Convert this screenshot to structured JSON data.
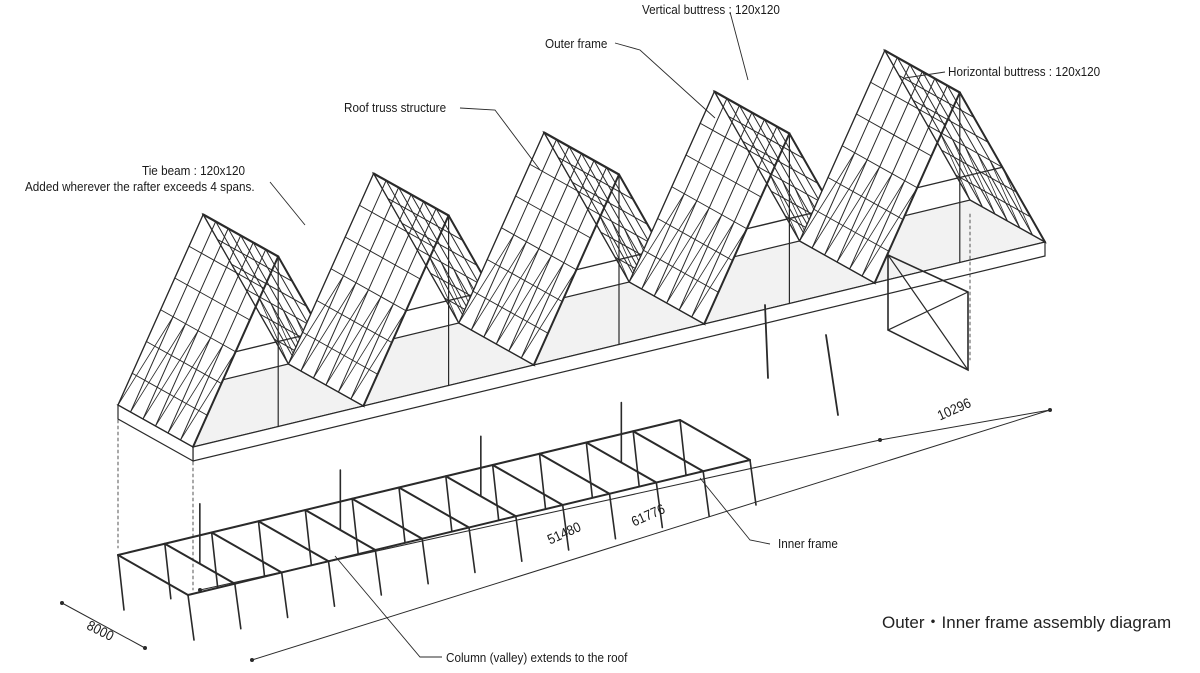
{
  "labels": {
    "vertical_buttress": "Vertical buttress : 120x120",
    "outer_frame": "Outer frame",
    "horizontal_buttress": "Horizontal buttress : 120x120",
    "roof_truss": "Roof truss structure",
    "tie_beam_1": "Tie beam : 120x120",
    "tie_beam_2": "Added wherever the rafter exceeds 4 spans.",
    "inner_frame": "Inner frame",
    "column_valley": "Column (valley) extends to the roof"
  },
  "dimensions": {
    "width_end": "10296",
    "inner_length": "51480",
    "total_length": "61776",
    "depth": "8000"
  },
  "caption": "Outer・Inner frame assembly diagram",
  "colors": {
    "line": "#2a2a2a",
    "face": "#ffffff",
    "shade": "#f2f2f2"
  }
}
